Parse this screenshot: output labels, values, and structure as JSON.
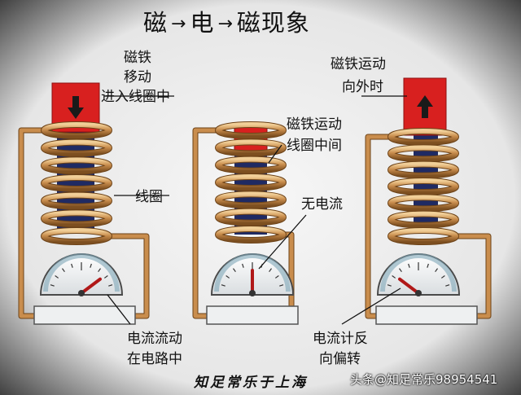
{
  "title": {
    "part1": "磁",
    "arrow1": "→",
    "part2": "电",
    "arrow2": "→",
    "part3": "磁现象"
  },
  "labels": {
    "left_magnet": [
      "磁铁",
      "移动",
      "进入线圈中"
    ],
    "coil": "线圈",
    "current_flows": [
      "电流流动",
      "在电路中"
    ],
    "middle_magnet": [
      "磁铁运动",
      "线圈中间"
    ],
    "no_current": "无电流",
    "right_magnet": [
      "磁铁运动",
      "向外时"
    ],
    "reverse": [
      "电流计反",
      "向偏转"
    ]
  },
  "signature": "知足常乐于上海",
  "watermark": "头条@知足常乐98954541",
  "galvanometers": [
    {
      "deflection": "right"
    },
    {
      "deflection": "center"
    },
    {
      "deflection": "left"
    }
  ],
  "colors": {
    "magnet": "#d8201f",
    "core": "#1f2a63",
    "wire": "#c98d4d",
    "leader": "#111111"
  }
}
